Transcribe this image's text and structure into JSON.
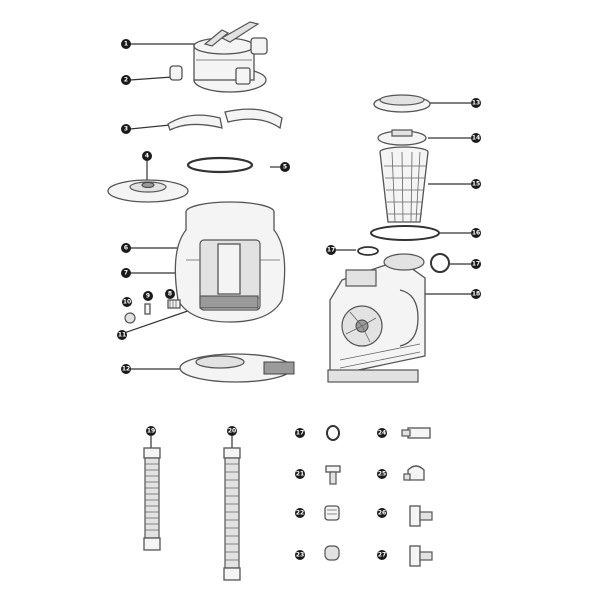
{
  "diagram": {
    "part_numbers": {
      "p1": "1",
      "p2": "2",
      "p3": "3",
      "p4": "4",
      "p5": "5",
      "p6": "6",
      "p7": "7",
      "p8": "8",
      "p9": "9",
      "p10": "10",
      "p11": "11",
      "p12": "12",
      "p13": "13",
      "p14": "14",
      "p15": "15",
      "p16": "16",
      "p17a": "17",
      "p17b": "17",
      "p18": "18",
      "p19": "19",
      "p20": "20",
      "p21": "21",
      "p22": "22",
      "p23": "23",
      "p24": "24",
      "p25": "25",
      "p26": "26",
      "p27": "27",
      "p17c": "17"
    }
  }
}
